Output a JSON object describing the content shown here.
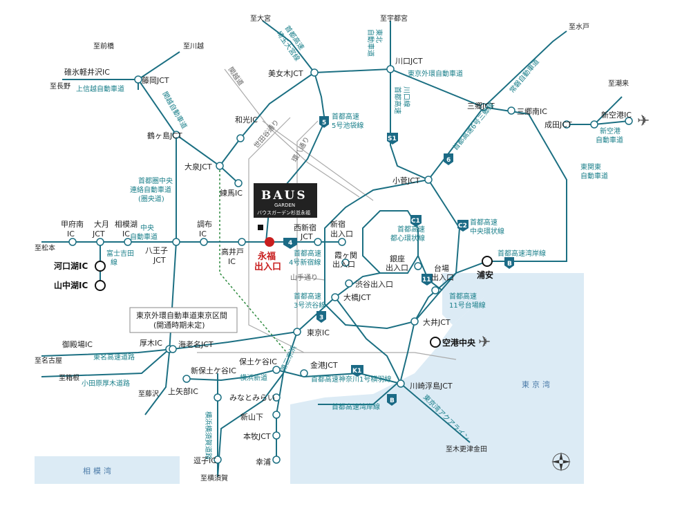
{
  "logo": {
    "brand": "BAUS",
    "sub1": "GARDEN",
    "sub2": "バウスガーデン杉並永福"
  },
  "site": {
    "name": "永福",
    "name2": "出入口"
  },
  "bays": {
    "tokyo": "東京湾",
    "sagami": "相模湾"
  },
  "notice": {
    "line1": "東京外環自動車道東京区間",
    "line2": "(開通時期未定)"
  },
  "directions": {
    "omiya": "至大宮",
    "utsunomiya": "至宇都宮",
    "mito": "至水戸",
    "maebashi": "至前橋",
    "kawagoe": "至川越",
    "nagano": "至長野",
    "matsumoto": "至松本",
    "nagoya": "至名古屋",
    "hakone": "至箱根",
    "fujisawa": "至藤沢",
    "yokosuka": "至横須賀",
    "kisarazu": "至木更津金田",
    "choshi": "至潮来"
  },
  "nodes": {
    "usuikaruizawa": "碓氷軽井沢IC",
    "fujioka": "藤岡JCT",
    "tsurugashima": "鶴ヶ島JCT",
    "oizumi": "大泉JCT",
    "nerima": "練馬IC",
    "wako": "和光IC",
    "bijogi": "美女木JCT",
    "kawaguchi": "川口JCT",
    "misato": "三郷JCT",
    "misato_minami": "三郷南IC",
    "narita": "成田JCT",
    "shinkuko": "新空港IC",
    "kosuge": "小菅JCT",
    "kofu_minami_1": "甲府南",
    "kofu_minami_2": "IC",
    "otsuki_1": "大月",
    "otsuki_2": "JCT",
    "sagamiko_1": "相模湖",
    "sagamiko_2": "IC",
    "hachioji_1": "八王子",
    "hachioji_2": "JCT",
    "chofu_1": "調布",
    "chofu_2": "IC",
    "takaido_1": "高井戸",
    "takaido_2": "IC",
    "nishishinjuku_1": "西新宿",
    "nishishinjuku_2": "JCT",
    "shinjuku_1": "新宿",
    "shinjuku_2": "出入口",
    "kasumigaseki_1": "霞ヶ関",
    "kasumigaseki_2": "出入口",
    "ginza_1": "銀座",
    "ginza_2": "出入口",
    "daiba_1": "台場",
    "daiba_2": "出入口",
    "urayasu": "浦安",
    "shibuya": "渋谷出入口",
    "ohashi": "大橋JCT",
    "oi": "大井JCT",
    "haneda": "空港中央",
    "tokyo_ic": "東京IC",
    "kawaguchiko": "河口湖IC",
    "yamanakako": "山中湖IC",
    "gotemba": "御殿場IC",
    "atsugi": "厚木IC",
    "ebina": "海老名JCT",
    "hodogaya": "保土ケ谷IC",
    "shinhodogaya": "新保土ケ谷IC",
    "kanagawa_jct": "金港JCT",
    "kamiyabe": "上矢部IC",
    "minatomirai": "みなとみらい",
    "shinyamashita": "新山下",
    "honmoku": "本牧JCT",
    "koura": "幸浦",
    "zushi": "逗子IC",
    "kawasaki": "川崎浮島JCT"
  },
  "roads": {
    "joshinetsu": "上信越自動車道",
    "kanetsu": "関越自動車道",
    "kanetsu_line": "関越道",
    "ken_o_1": "首都圏中央",
    "ken_o_2": "連絡自動車道",
    "ken_o_3": "(圏央道)",
    "chuo_1": "中央",
    "chuo_2": "自動車道",
    "fujiyoshida_1": "富士吉田",
    "fujiyoshida_2": "線",
    "gaikan": "東京外環自動車道",
    "joban": "常磐自動車道",
    "higashikanto_1": "東関東",
    "higashikanto_2": "自動車道",
    "shinkuko_road_1": "新空港",
    "shinkuko_road_2": "自動車道",
    "r5_1": "首都高速",
    "r5_2": "5号池袋線",
    "s1_1": "首都高速",
    "s1_2": "川口線",
    "saitama_1": "首都高速",
    "saitama_2": "埼玉大宮線",
    "tohoku_1": "東北",
    "tohoku_2": "自動車道",
    "r6": "首都高速6号三郷線",
    "c1_1": "首都高速",
    "c1_2": "都心環状線",
    "c2_1": "首都高速",
    "c2_2": "中央環状線",
    "r4_1": "首都高速",
    "r4_2": "4号新宿線",
    "r3_1": "首都高速",
    "r3_2": "3号渋谷線",
    "r11_1": "首都高速",
    "r11_2": "11号台場線",
    "bayshore": "首都高速湾岸線",
    "bayshore2": "首都高速湾岸線",
    "k1": "首都高速神奈川1号横羽線",
    "tomei": "東名高速道路",
    "odawara": "小田原厚木道路",
    "yokohama_shindo": "横浜新道",
    "yokohama_yokosuka": "横浜横須賀道路",
    "daisan_keihin": "第三京浜",
    "aqualine": "東京湾アクアライン",
    "yamate": "山手通り",
    "kanpachi": "環八通り",
    "setagaya": "世田谷通り"
  },
  "shields": {
    "r4": "4",
    "r5": "5",
    "s1": "S1",
    "r6": "6",
    "c1": "C1",
    "c2": "C2",
    "r11": "11",
    "r3": "3",
    "b1": "B",
    "b2": "B",
    "k1": "K1"
  },
  "colors": {
    "road": "#1b6f82",
    "gray": "#aaaaaa",
    "bay": "#dcebf5",
    "red": "#c81e1e",
    "gaikan_dotted": "#2d8a3e",
    "shield": "#1b6a85"
  }
}
